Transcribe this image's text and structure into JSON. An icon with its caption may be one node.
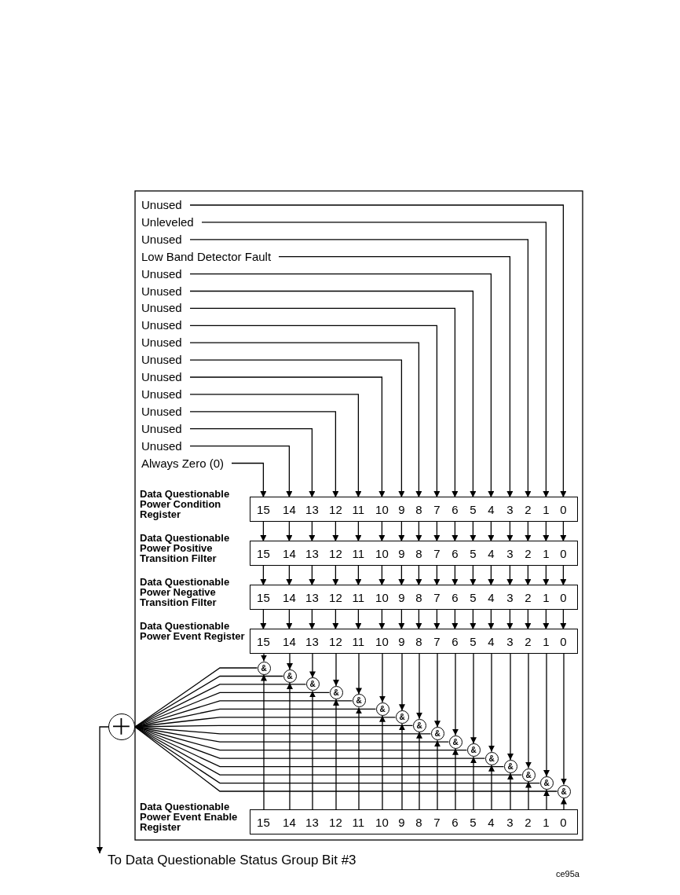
{
  "diagram": {
    "nodes": [
      {
        "text": [
          "Unused"
        ]
      },
      {
        "text": [
          "Unleveled"
        ]
      },
      {
        "text": [
          "Unused"
        ]
      },
      {
        "text": [
          "Low Band Detector Fault"
        ]
      },
      {
        "text": [
          "Unused"
        ]
      },
      {
        "text": [
          "Unused"
        ]
      },
      {
        "text": [
          "Unused"
        ]
      },
      {
        "text": [
          "Unused"
        ]
      },
      {
        "text": [
          "Unused"
        ]
      },
      {
        "text": [
          "Unused"
        ]
      },
      {
        "text": [
          "Unused"
        ]
      },
      {
        "text": [
          "Unused"
        ]
      },
      {
        "text": [
          "Unused"
        ]
      },
      {
        "text": [
          "Unused"
        ]
      },
      {
        "text": [
          "Unused"
        ]
      },
      {
        "text": [
          "Always Zero (0)"
        ]
      },
      {
        "text": [
          "Data Questionable Power Condition Register"
        ]
      },
      {
        "text": [
          "15"
        ],
        "in": 16
      },
      {
        "text": [
          "14"
        ],
        "in": 16
      },
      {
        "text": [
          "13"
        ],
        "in": 16
      },
      {
        "text": [
          "12"
        ],
        "in": 16
      },
      {
        "text": [
          "11"
        ],
        "in": 16
      },
      {
        "text": [
          "10"
        ],
        "in": 16
      },
      {
        "text": [
          "9"
        ],
        "in": 16
      },
      {
        "text": [
          "8"
        ],
        "in": 16
      },
      {
        "text": [
          "7"
        ],
        "in": 16
      },
      {
        "text": [
          "6"
        ],
        "in": 16
      },
      {
        "text": [
          "5"
        ],
        "in": 16
      },
      {
        "text": [
          "4"
        ],
        "in": 16
      },
      {
        "text": [
          "3"
        ],
        "in": 16
      },
      {
        "text": [
          "2"
        ],
        "in": 16
      },
      {
        "text": [
          "1"
        ],
        "in": 16
      },
      {
        "text": [
          "0"
        ],
        "in": 16
      },
      {
        "text": [
          "Data Questionable Power Positive Transition Filter"
        ]
      },
      {
        "text": [
          "15"
        ],
        "in": 33
      },
      {
        "text": [
          "14"
        ],
        "in": 33
      },
      {
        "text": [
          "13"
        ],
        "in": 33
      },
      {
        "text": [
          "12"
        ],
        "in": 33
      },
      {
        "text": [
          "11"
        ],
        "in": 33
      },
      {
        "text": [
          "10"
        ],
        "in": 33
      },
      {
        "text": [
          "9"
        ],
        "in": 33
      },
      {
        "text": [
          "8"
        ],
        "in": 33
      },
      {
        "text": [
          "7"
        ],
        "in": 33
      },
      {
        "text": [
          "6"
        ],
        "in": 33
      },
      {
        "text": [
          "5"
        ],
        "in": 33
      },
      {
        "text": [
          "4"
        ],
        "in": 33
      },
      {
        "text": [
          "3"
        ],
        "in": 33
      },
      {
        "text": [
          "2"
        ],
        "in": 33
      },
      {
        "text": [
          "1"
        ],
        "in": 33
      },
      {
        "text": [
          "0"
        ],
        "in": 33
      },
      {
        "text": [
          "Data Questionable Power Negative Transition Filter"
        ]
      },
      {
        "text": [
          "15"
        ],
        "in": 50
      },
      {
        "text": [
          "14"
        ],
        "in": 50
      },
      {
        "text": [
          "13"
        ],
        "in": 50
      },
      {
        "text": [
          "12"
        ],
        "in": 50
      },
      {
        "text": [
          "11"
        ],
        "in": 50
      },
      {
        "text": [
          "10"
        ],
        "in": 50
      },
      {
        "text": [
          "9"
        ],
        "in": 50
      },
      {
        "text": [
          "8"
        ],
        "in": 50
      },
      {
        "text": [
          "7"
        ],
        "in": 50
      },
      {
        "text": [
          "6"
        ],
        "in": 50
      },
      {
        "text": [
          "5"
        ],
        "in": 50
      },
      {
        "text": [
          "4"
        ],
        "in": 50
      },
      {
        "text": [
          "3"
        ],
        "in": 50
      },
      {
        "text": [
          "2"
        ],
        "in": 50
      },
      {
        "text": [
          "1"
        ],
        "in": 50
      },
      {
        "text": [
          "0"
        ],
        "in": 50
      },
      {
        "text": [
          "Data Questionable Power Event Register"
        ]
      },
      {
        "text": [
          "15"
        ],
        "in": 67
      },
      {
        "text": [
          "14"
        ],
        "in": 67
      },
      {
        "text": [
          "13"
        ],
        "in": 67
      },
      {
        "text": [
          "12"
        ],
        "in": 67
      },
      {
        "text": [
          "11"
        ],
        "in": 67
      },
      {
        "text": [
          "10"
        ],
        "in": 67
      },
      {
        "text": [
          "9"
        ],
        "in": 67
      },
      {
        "text": [
          "8"
        ],
        "in": 67
      },
      {
        "text": [
          "7"
        ],
        "in": 67
      },
      {
        "text": [
          "6"
        ],
        "in": 67
      },
      {
        "text": [
          "5"
        ],
        "in": 67
      },
      {
        "text": [
          "4"
        ],
        "in": 67
      },
      {
        "text": [
          "3"
        ],
        "in": 67
      },
      {
        "text": [
          "2"
        ],
        "in": 67
      },
      {
        "text": [
          "1"
        ],
        "in": 67
      },
      {
        "text": [
          "0"
        ],
        "in": 67
      },
      {
        "text": [
          "&"
        ]
      },
      {
        "text": [
          "&"
        ]
      },
      {
        "text": [
          "&"
        ]
      },
      {
        "text": [
          "&"
        ]
      },
      {
        "text": [
          "&"
        ]
      },
      {
        "text": [
          "&"
        ]
      },
      {
        "text": [
          "&"
        ]
      },
      {
        "text": [
          "&"
        ]
      },
      {
        "text": [
          "&"
        ]
      },
      {
        "text": [
          "&"
        ]
      },
      {
        "text": [
          "&"
        ]
      },
      {
        "text": [
          "&"
        ]
      },
      {
        "text": [
          "&"
        ]
      },
      {
        "text": [
          "&"
        ]
      },
      {
        "text": [
          "&"
        ]
      },
      {
        "text": [
          "&"
        ]
      },
      {
        "text": [],
        "shape": "circle"
      },
      {
        "text": [
          "Data Questionable Power Event Enable Register"
        ]
      },
      {
        "text": [
          "15"
        ],
        "in": 101
      },
      {
        "text": [
          "14"
        ],
        "in": 101
      },
      {
        "text": [
          "13"
        ],
        "in": 101
      },
      {
        "text": [
          "12"
        ],
        "in": 101
      },
      {
        "text": [
          "11"
        ],
        "in": 101
      },
      {
        "text": [
          "10"
        ],
        "in": 101
      },
      {
        "text": [
          "9"
        ],
        "in": 101
      },
      {
        "text": [
          "8"
        ],
        "in": 101
      },
      {
        "text": [
          "7"
        ],
        "in": 101
      },
      {
        "text": [
          "6"
        ],
        "in": 101
      },
      {
        "text": [
          "5"
        ],
        "in": 101
      },
      {
        "text": [
          "4"
        ],
        "in": 101
      },
      {
        "text": [
          "3"
        ],
        "in": 101
      },
      {
        "text": [
          "2"
        ],
        "in": 101
      },
      {
        "text": [
          "1"
        ],
        "in": 101
      },
      {
        "text": [
          "0"
        ],
        "in": 101
      },
      {
        "text": [
          "To Data Questionable Status Group Bit #3"
        ]
      }
    ],
    "edges": [
      {
        "from": 0,
        "to": 32,
        "arrow": "to"
      },
      {
        "from": 1,
        "to": 31,
        "arrow": "to"
      },
      {
        "from": 2,
        "to": 30,
        "arrow": "to"
      },
      {
        "from": 3,
        "to": 29,
        "arrow": "to"
      },
      {
        "from": 4,
        "to": 28,
        "arrow": "to"
      },
      {
        "from": 5,
        "to": 27,
        "arrow": "to"
      },
      {
        "from": 6,
        "to": 26,
        "arrow": "to"
      },
      {
        "from": 7,
        "to": 25,
        "arrow": "to"
      },
      {
        "from": 8,
        "to": 24,
        "arrow": "to"
      },
      {
        "from": 9,
        "to": 23,
        "arrow": "to"
      },
      {
        "from": 10,
        "to": 22,
        "arrow": "to"
      },
      {
        "from": 11,
        "to": 21,
        "arrow": "to"
      },
      {
        "from": 12,
        "to": 20,
        "arrow": "to"
      },
      {
        "from": 13,
        "to": 19,
        "arrow": "to"
      },
      {
        "from": 14,
        "to": 18,
        "arrow": "to"
      },
      {
        "from": 15,
        "to": 17,
        "arrow": "to"
      },
      {
        "from": 17,
        "to": 34,
        "arrow": "to"
      },
      {
        "from": 18,
        "to": 35,
        "arrow": "to"
      },
      {
        "from": 19,
        "to": 36,
        "arrow": "to"
      },
      {
        "from": 20,
        "to": 37,
        "arrow": "to"
      },
      {
        "from": 21,
        "to": 38,
        "arrow": "to"
      },
      {
        "from": 22,
        "to": 39,
        "arrow": "to"
      },
      {
        "from": 23,
        "to": 40,
        "arrow": "to"
      },
      {
        "from": 24,
        "to": 41,
        "arrow": "to"
      },
      {
        "from": 25,
        "to": 42,
        "arrow": "to"
      },
      {
        "from": 26,
        "to": 43,
        "arrow": "to"
      },
      {
        "from": 27,
        "to": 44,
        "arrow": "to"
      },
      {
        "from": 28,
        "to": 45,
        "arrow": "to"
      },
      {
        "from": 29,
        "to": 46,
        "arrow": "to"
      },
      {
        "from": 30,
        "to": 47,
        "arrow": "to"
      },
      {
        "from": 31,
        "to": 48,
        "arrow": "to"
      },
      {
        "from": 32,
        "to": 49,
        "arrow": "to"
      },
      {
        "from": 34,
        "to": 51,
        "arrow": "to"
      },
      {
        "from": 35,
        "to": 52,
        "arrow": "to"
      },
      {
        "from": 36,
        "to": 53,
        "arrow": "to"
      },
      {
        "from": 37,
        "to": 54,
        "arrow": "to"
      },
      {
        "from": 38,
        "to": 55,
        "arrow": "to"
      },
      {
        "from": 39,
        "to": 56,
        "arrow": "to"
      },
      {
        "from": 40,
        "to": 57,
        "arrow": "to"
      },
      {
        "from": 41,
        "to": 58,
        "arrow": "to"
      },
      {
        "from": 42,
        "to": 59,
        "arrow": "to"
      },
      {
        "from": 43,
        "to": 60,
        "arrow": "to"
      },
      {
        "from": 44,
        "to": 61,
        "arrow": "to"
      },
      {
        "from": 45,
        "to": 62,
        "arrow": "to"
      },
      {
        "from": 46,
        "to": 63,
        "arrow": "to"
      },
      {
        "from": 47,
        "to": 64,
        "arrow": "to"
      },
      {
        "from": 48,
        "to": 65,
        "arrow": "to"
      },
      {
        "from": 49,
        "to": 66,
        "arrow": "to"
      },
      {
        "from": 51,
        "to": 68,
        "arrow": "to"
      },
      {
        "from": 52,
        "to": 69,
        "arrow": "to"
      },
      {
        "from": 53,
        "to": 70,
        "arrow": "to"
      },
      {
        "from": 54,
        "to": 71,
        "arrow": "to"
      },
      {
        "from": 55,
        "to": 72,
        "arrow": "to"
      },
      {
        "from": 56,
        "to": 73,
        "arrow": "to"
      },
      {
        "from": 57,
        "to": 74,
        "arrow": "to"
      },
      {
        "from": 58,
        "to": 75,
        "arrow": "to"
      },
      {
        "from": 59,
        "to": 76,
        "arrow": "to"
      },
      {
        "from": 60,
        "to": 77,
        "arrow": "to"
      },
      {
        "from": 61,
        "to": 78,
        "arrow": "to"
      },
      {
        "from": 62,
        "to": 79,
        "arrow": "to"
      },
      {
        "from": 63,
        "to": 80,
        "arrow": "to"
      },
      {
        "from": 64,
        "to": 81,
        "arrow": "to"
      },
      {
        "from": 65,
        "to": 82,
        "arrow": "to"
      },
      {
        "from": 66,
        "to": 83,
        "arrow": "to"
      },
      {
        "from": 68,
        "to": 84,
        "arrow": "to"
      },
      {
        "from": 69,
        "to": 85,
        "arrow": "to"
      },
      {
        "from": 70,
        "to": 86,
        "arrow": "to"
      },
      {
        "from": 71,
        "to": 87,
        "arrow": "to"
      },
      {
        "from": 72,
        "to": 88,
        "arrow": "to"
      },
      {
        "from": 73,
        "to": 89,
        "arrow": "to"
      },
      {
        "from": 74,
        "to": 90,
        "arrow": "to"
      },
      {
        "from": 75,
        "to": 91,
        "arrow": "to"
      },
      {
        "from": 76,
        "to": 92,
        "arrow": "to"
      },
      {
        "from": 77,
        "to": 93,
        "arrow": "to"
      },
      {
        "from": 78,
        "to": 94,
        "arrow": "to"
      },
      {
        "from": 79,
        "to": 95,
        "arrow": "to"
      },
      {
        "from": 80,
        "to": 96,
        "arrow": "to"
      },
      {
        "from": 81,
        "to": 97,
        "arrow": "to"
      },
      {
        "from": 82,
        "to": 98,
        "arrow": "to"
      },
      {
        "from": 83,
        "to": 99,
        "arrow": "to"
      },
      {
        "from": 102,
        "to": 84,
        "arrow": "to"
      },
      {
        "from": 103,
        "to": 85,
        "arrow": "to"
      },
      {
        "from": 104,
        "to": 86,
        "arrow": "to"
      },
      {
        "from": 105,
        "to": 87,
        "arrow": "to"
      },
      {
        "from": 106,
        "to": 88,
        "arrow": "to"
      },
      {
        "from": 107,
        "to": 89,
        "arrow": "to"
      },
      {
        "from": 108,
        "to": 90,
        "arrow": "to"
      },
      {
        "from": 109,
        "to": 91,
        "arrow": "to"
      },
      {
        "from": 110,
        "to": 92,
        "arrow": "to"
      },
      {
        "from": 111,
        "to": 93,
        "arrow": "to"
      },
      {
        "from": 112,
        "to": 94,
        "arrow": "to"
      },
      {
        "from": 113,
        "to": 95,
        "arrow": "to"
      },
      {
        "from": 114,
        "to": 96,
        "arrow": "to"
      },
      {
        "from": 115,
        "to": 97,
        "arrow": "to"
      },
      {
        "from": 116,
        "to": 98,
        "arrow": "to"
      },
      {
        "from": 117,
        "to": 99,
        "arrow": "to"
      },
      {
        "from": 84,
        "to": 100,
        "arrow": "none"
      },
      {
        "from": 85,
        "to": 100,
        "arrow": "none"
      },
      {
        "from": 86,
        "to": 100,
        "arrow": "none"
      },
      {
        "from": 87,
        "to": 100,
        "arrow": "none"
      },
      {
        "from": 88,
        "to": 100,
        "arrow": "none"
      },
      {
        "from": 89,
        "to": 100,
        "arrow": "none"
      },
      {
        "from": 90,
        "to": 100,
        "arrow": "none"
      },
      {
        "from": 91,
        "to": 100,
        "arrow": "none"
      },
      {
        "from": 92,
        "to": 100,
        "arrow": "none"
      },
      {
        "from": 93,
        "to": 100,
        "arrow": "none"
      },
      {
        "from": 94,
        "to": 100,
        "arrow": "none"
      },
      {
        "from": 95,
        "to": 100,
        "arrow": "none"
      },
      {
        "from": 96,
        "to": 100,
        "arrow": "none"
      },
      {
        "from": 97,
        "to": 100,
        "arrow": "none"
      },
      {
        "from": 98,
        "to": 100,
        "arrow": "none"
      },
      {
        "from": 99,
        "to": 100,
        "arrow": "none"
      },
      {
        "from": 100,
        "to": 118,
        "arrow": "to"
      }
    ],
    "labels": [
      "ce95a"
    ]
  }
}
